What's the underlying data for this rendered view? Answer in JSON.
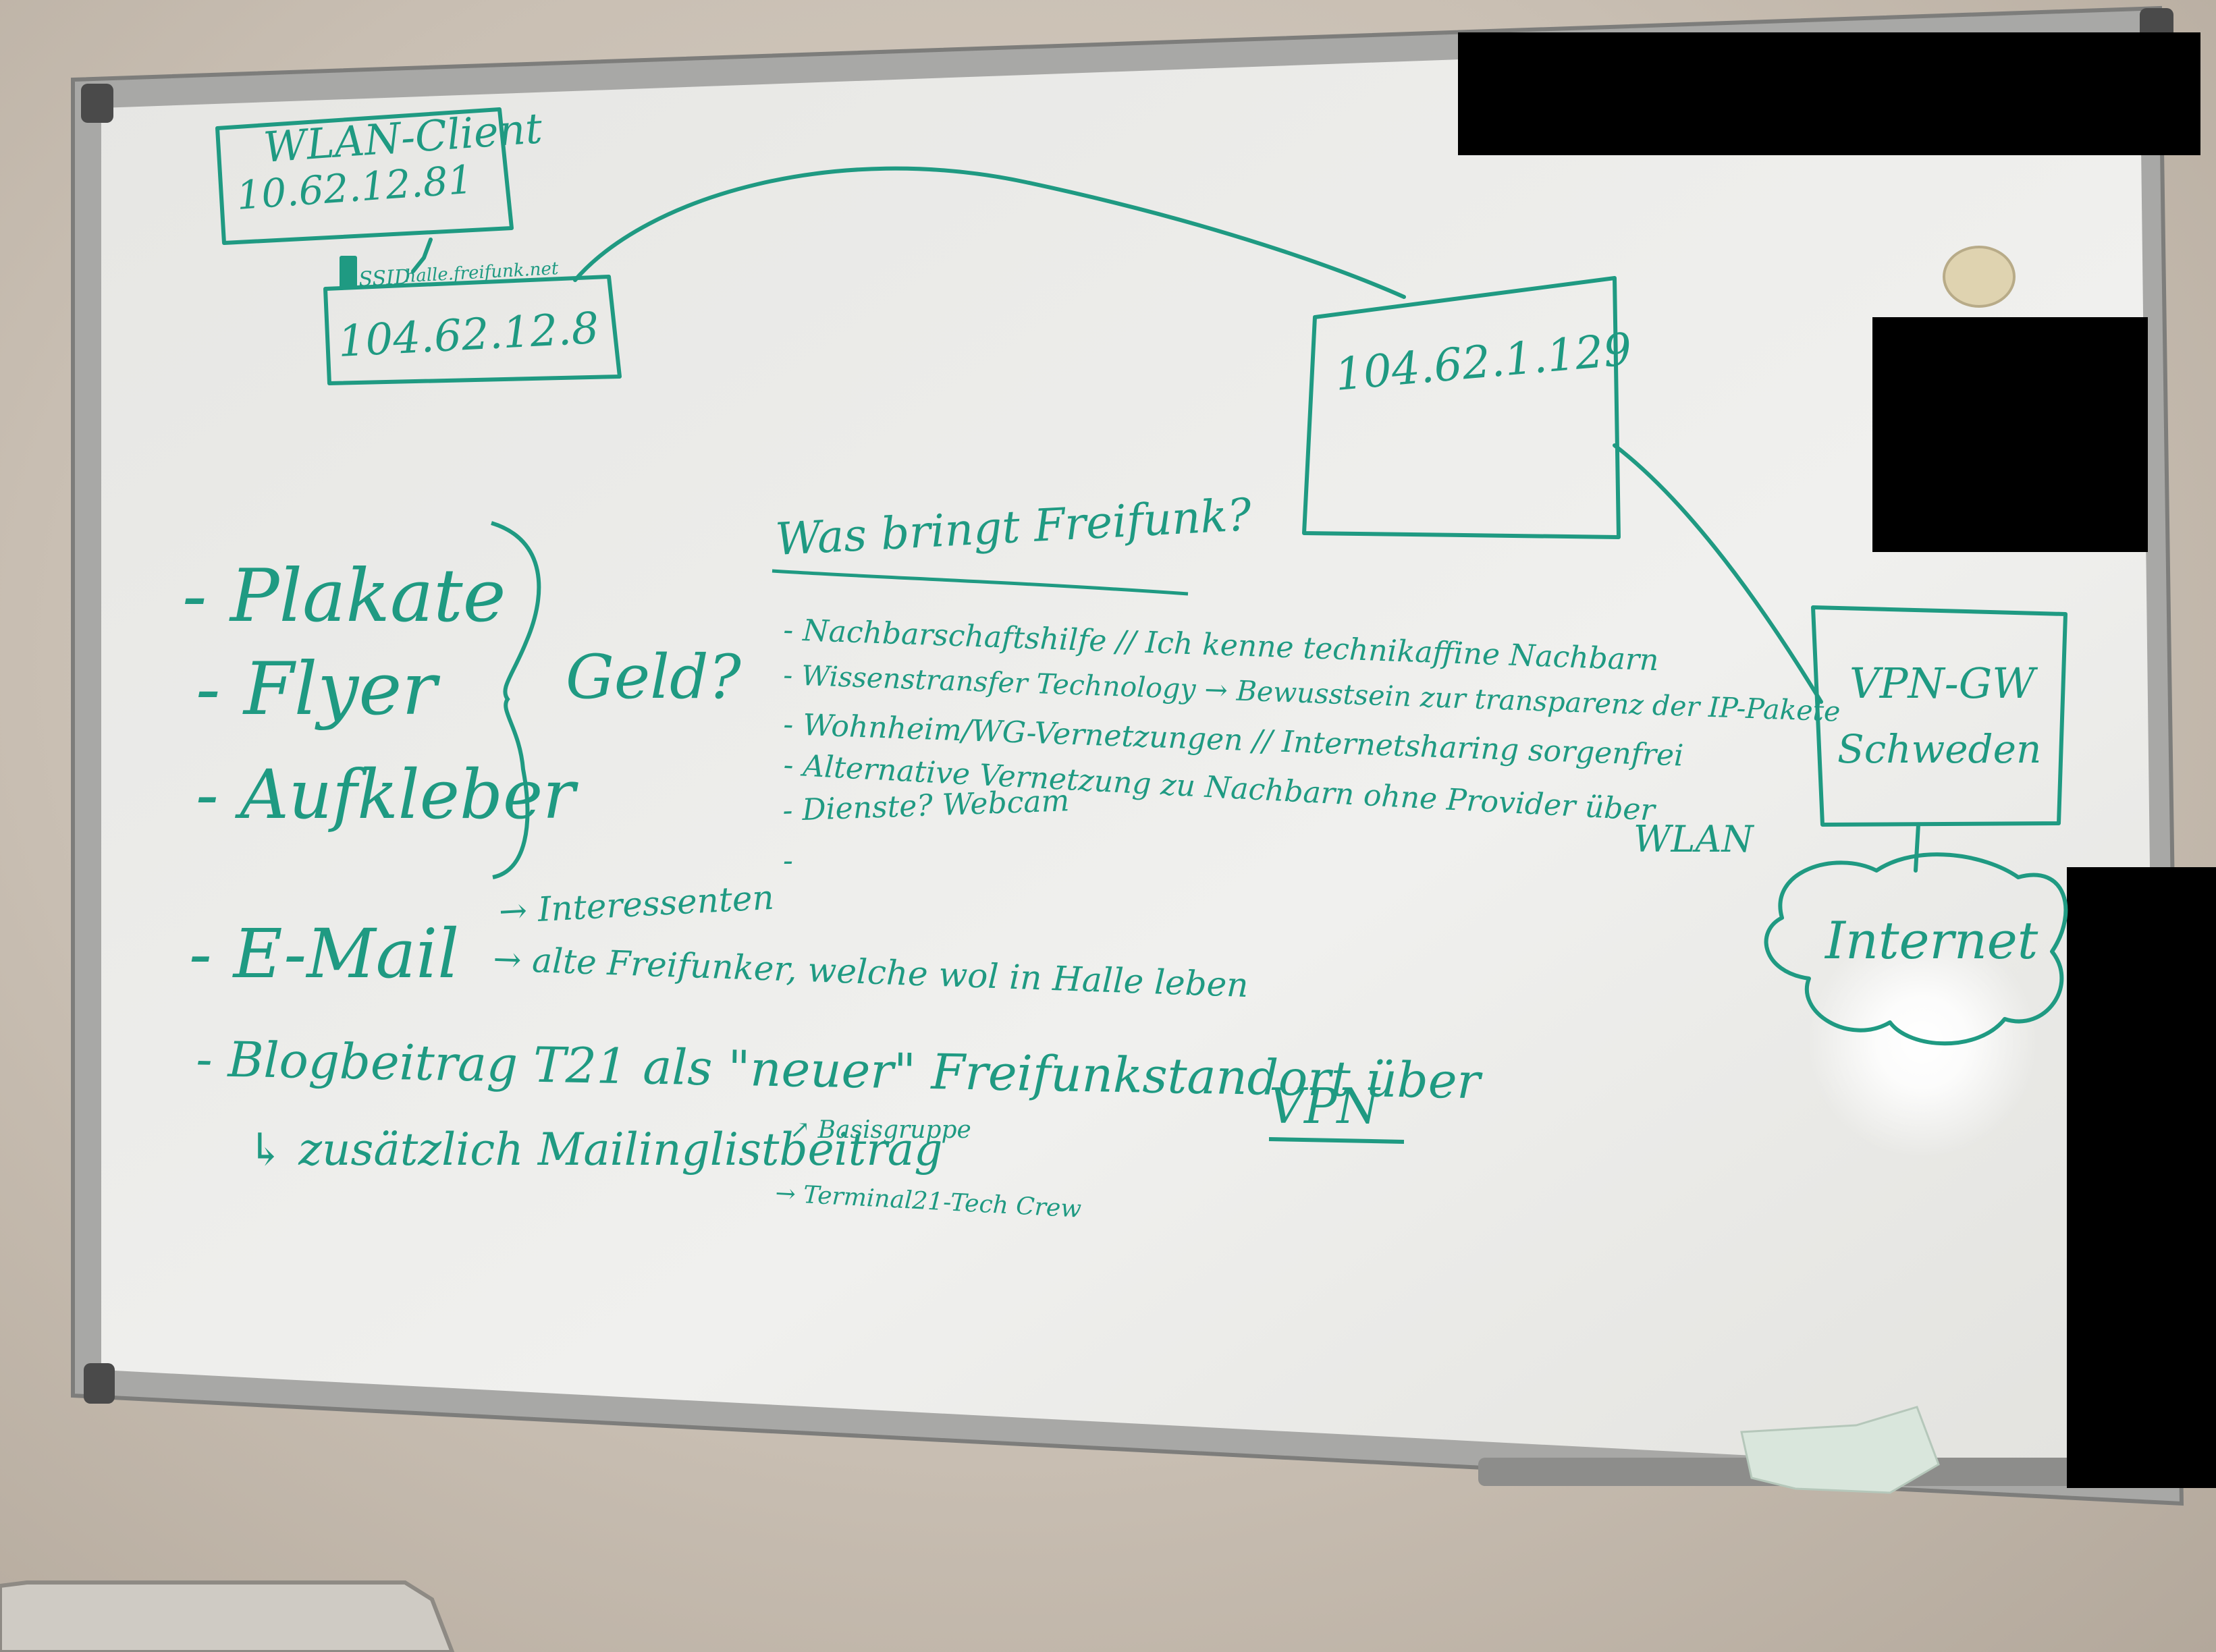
{
  "photo": {
    "ink_color": "#1f9a82",
    "redaction_color": "#000000",
    "board_color": "#ececec",
    "frame_color": "#9a9a9a"
  },
  "network": {
    "wlan_client_title": "WLAN-Client",
    "wlan_client_ip": "10.62.12.81",
    "ssid_label": "SSID",
    "ssid_value": "halle.freifunk.net",
    "router_ip": "104.62.12.8",
    "gateway_ip": "104.62.1.129",
    "vpn_gw_line1": "VPN-GW",
    "vpn_gw_line2": "Schweden",
    "cloud_label": "Internet"
  },
  "question": {
    "heading": "Was bringt Freifunk?",
    "items": [
      "- Nachbarschaftshilfe // Ich kenne technikaffine Nachbarn",
      "- Wissenstransfer Technology → Bewusstsein zur transparenz der IP-Pakete",
      "- Wohnheim/WG-Vernetzungen // Internetsharing sorgenfrei",
      "- Alternative Vernetzung zu Nachbarn ohne Provider über",
      "- Dienste? Webcam",
      "-"
    ],
    "wlan_note": "WLAN"
  },
  "left": {
    "items": [
      "- Plakate",
      "- Flyer",
      "- Aufkleber"
    ],
    "brace_label": "Geld?",
    "email": "- E-Mail",
    "email_arrow1": "→ Interessenten",
    "email_arrow2": "→ alte Freifunker, welche wol in Halle leben",
    "blog": "- Blogbeitrag T21 als \"neuer\" Freifunkstandort über",
    "blog_vpn": "VPN",
    "mailing": "↳ zusätzlich Mailinglistbeitrag",
    "mailing_sub1": "↗ Basisgruppe",
    "mailing_sub2": "→ Terminal21-Tech Crew"
  }
}
